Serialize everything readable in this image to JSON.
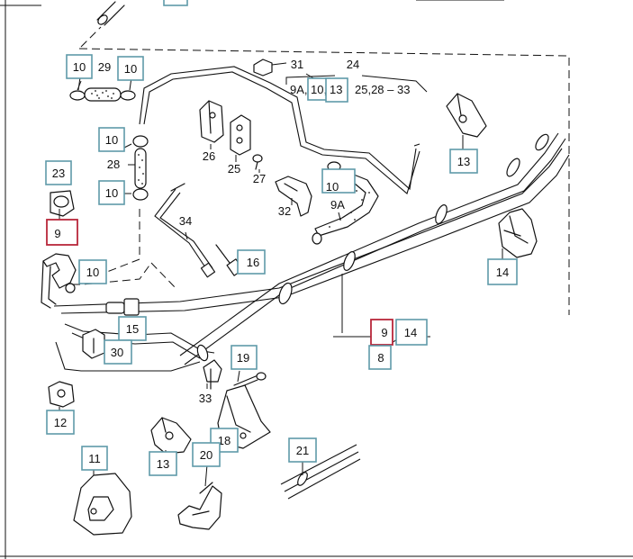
{
  "labels": {
    "l10a": "10",
    "l29": "29",
    "l10b": "10",
    "l31": "31",
    "l24": "24",
    "l9a_ref": "9A,",
    "l10_ref": "10,",
    "l13_ref": "13",
    "l25_33": "25,28 – 33",
    "l10c": "10",
    "l28": "28",
    "l10d": "10",
    "l26": "26",
    "l25": "25",
    "l27": "27",
    "l23": "23",
    "l9_red": "9",
    "l34": "34",
    "l32": "32",
    "l10e": "10",
    "l9a": "9A",
    "l13a": "13",
    "l14a": "14",
    "l10f": "10",
    "l16": "16",
    "l15": "15",
    "l30": "30",
    "l9_red2": "9",
    "l14b": "14",
    "l8": "8",
    "l19": "19",
    "l33": "33",
    "l12": "12",
    "l18": "18",
    "l11": "11",
    "l13b": "13",
    "l20": "20",
    "l21": "21"
  },
  "colors": {
    "callout_box": "#5f9aa9",
    "highlight_box": "#b8273a",
    "line": "#111111",
    "background": "#ffffff"
  }
}
